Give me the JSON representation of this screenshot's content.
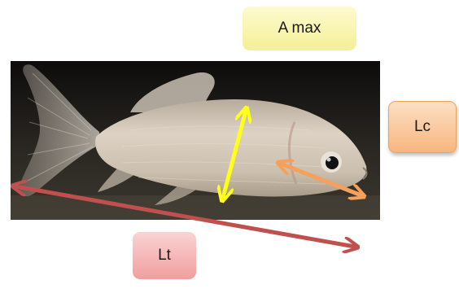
{
  "labels": {
    "amax": "A max",
    "lc": "Lc",
    "lt": "Lt"
  },
  "colors": {
    "background": "#ffffff",
    "photo_background": "#1e1c19",
    "fish_body": "#cfc3b3",
    "amax_arrow": "#ffff1a",
    "lc_arrow": "#f5a05c",
    "lt_arrow": "#c0504d",
    "amax_box": "#f4ef96",
    "lc_box": "#f7b57e",
    "lt_box": "#f19e9e"
  }
}
